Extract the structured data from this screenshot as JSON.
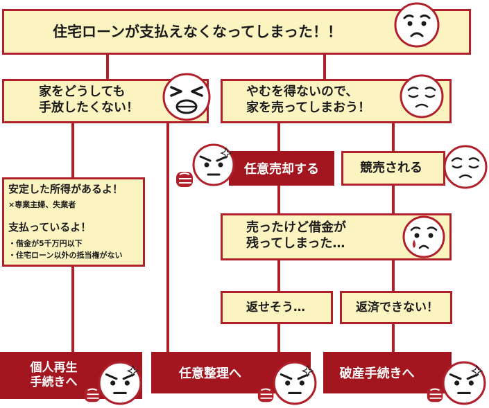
{
  "colors": {
    "accent": "#b0202b",
    "dark_box": "#a3161f",
    "cream": "#fbf4c0"
  },
  "top": {
    "text": "住宅ローンが支払えなくなってしまった！！",
    "face": "worried-face-icon"
  },
  "left_branch": {
    "text": "家をどうしても\n手放したくない！",
    "face": "crying-squint-face-icon"
  },
  "right_branch": {
    "text": "やむを得ないので、\n家を売ってしまおう！",
    "face": "sad-face-icon"
  },
  "voluntary_sale": {
    "label": "任意売却する",
    "face": "determined-face-icon"
  },
  "auction": {
    "label": "競売される",
    "face": "sad-face-icon"
  },
  "conditions": {
    "line1": "安定した所得があるよ！",
    "line2": "×専業主婦、失業者",
    "line3": "支払っているよ！",
    "line4": "・借金が5千万円以下",
    "line5": "・住宅ローン以外の抵当権がない"
  },
  "debt_left": {
    "text": "売ったけど借金が\n残ってしまった…",
    "face": "teary-face-icon"
  },
  "can_repay": {
    "label": "返せそう…"
  },
  "cannot_repay": {
    "label": "返済できない！"
  },
  "outcomes": {
    "personal": "個人再生\n手続きへ",
    "voluntary": "任意整理へ",
    "bankruptcy": "破産手続きへ"
  }
}
